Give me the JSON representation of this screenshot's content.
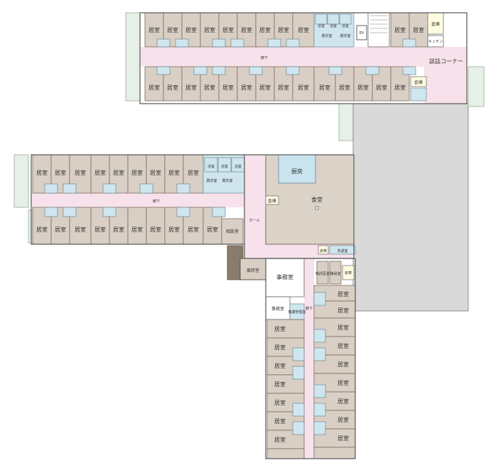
{
  "rooms": {
    "resident_room": "居室",
    "bath": "浴室",
    "changing": "脱衣室",
    "storage": "倉庫",
    "elevator": "EV",
    "kitchenette": "キッチン",
    "lounge": "談話コーナー",
    "corridor": "廊下",
    "kitchen": "厨房",
    "dining": "食堂",
    "hall": "ホール",
    "consultation": "相談室",
    "office": "事務室",
    "waiting": "風除室",
    "health_room": "健康管理室",
    "washroom": "洗濯室",
    "doctor_room": "嘱託医室",
    "staff_room": "職員室"
  },
  "colors": {
    "room": "#d9cfc5",
    "corridor": "#f7e1ea",
    "wet": "#cfe6ef",
    "terrace": "#d9d9d9"
  }
}
